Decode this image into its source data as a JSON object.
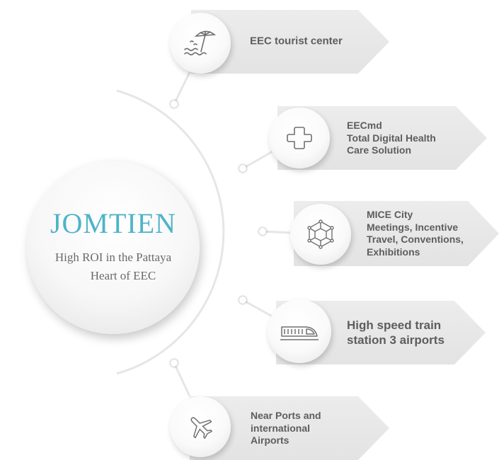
{
  "center": {
    "title": "JOMTIEN",
    "subtitle_line1": "High ROI in the Pattaya",
    "subtitle_line2": "Heart of EEC"
  },
  "items": [
    {
      "icon": "beach-umbrella-icon",
      "lines": [
        "EEC tourist center"
      ]
    },
    {
      "icon": "medical-cross-icon",
      "lines": [
        "EECmd",
        "Total Digital Health",
        "Care Solution"
      ]
    },
    {
      "icon": "network-cube-icon",
      "lines": [
        "MICE City",
        "Meetings, Incentive",
        "Travel, Conventions,",
        "Exhibitions"
      ]
    },
    {
      "icon": "high-speed-train-icon",
      "lines": [
        "High speed train",
        "station 3 airports"
      ]
    },
    {
      "icon": "airplane-icon",
      "lines": [
        "Near Ports and",
        "international",
        "Airports"
      ]
    }
  ],
  "colors": {
    "title": "#4fb3c9",
    "label": "#5d5d5d",
    "tag_background": "#e6e6e6",
    "icon_stroke": "#707070"
  }
}
